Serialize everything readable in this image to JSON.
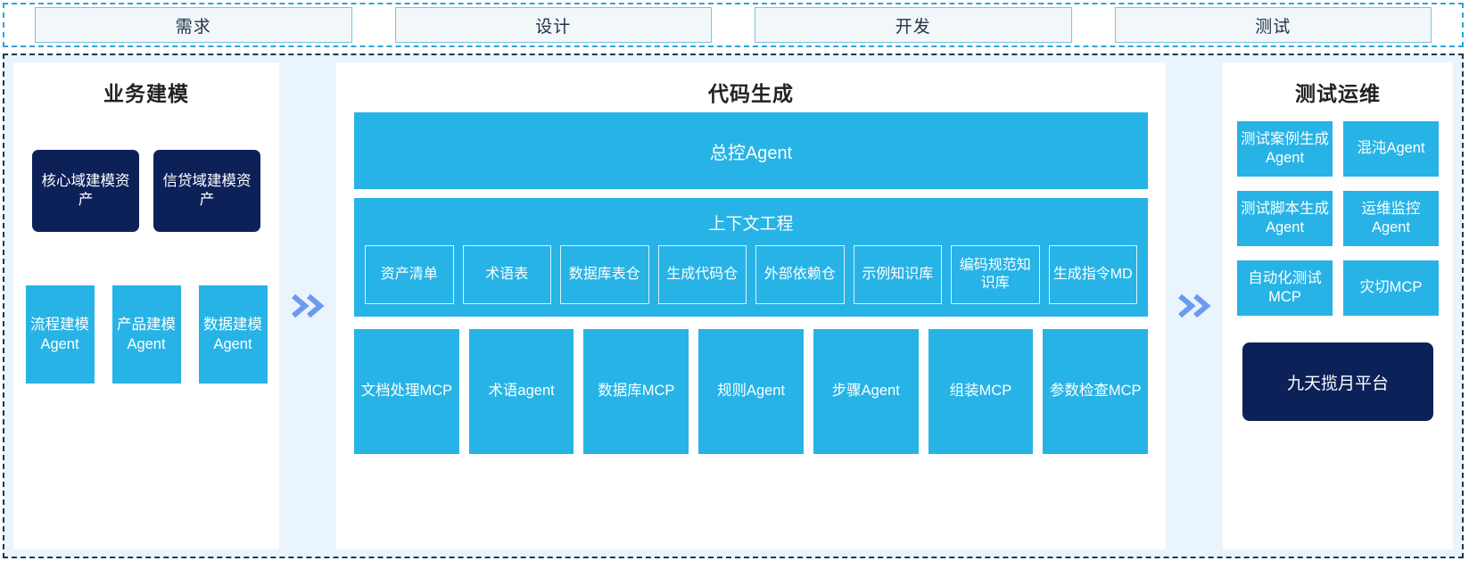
{
  "stages": {
    "items": [
      {
        "label": "需求"
      },
      {
        "label": "设计"
      },
      {
        "label": "开发"
      },
      {
        "label": "测试"
      }
    ]
  },
  "colors": {
    "accent_blue": "#27b3e6",
    "dark_navy": "#0d2159",
    "panel_bg": "#e9f4fc",
    "arrow": "#6b9af0",
    "stage_border": "#7ec2de",
    "dashed_border": "#1b3a4b"
  },
  "left_column": {
    "title": "业务建模",
    "assets": [
      {
        "label": "核心域建模资产"
      },
      {
        "label": "信贷域建模资产"
      }
    ],
    "agents": [
      {
        "label": "流程建模Agent"
      },
      {
        "label": "产品建模Agent"
      },
      {
        "label": "数据建模Agent"
      }
    ]
  },
  "center_column": {
    "title": "代码生成",
    "master_agent": "总控Agent",
    "context": {
      "title": "上下文工程",
      "items": [
        {
          "label": "资产清单"
        },
        {
          "label": "术语表"
        },
        {
          "label": "数据库表仓"
        },
        {
          "label": "生成代码仓"
        },
        {
          "label": "外部依赖仓"
        },
        {
          "label": "示例知识库"
        },
        {
          "label": "编码规范知识库"
        },
        {
          "label": "生成指令MD"
        }
      ]
    },
    "tools": [
      {
        "label": "文档处理MCP"
      },
      {
        "label": "术语agent"
      },
      {
        "label": "数据库MCP"
      },
      {
        "label": "规则Agent"
      },
      {
        "label": "步骤Agent"
      },
      {
        "label": "组装MCP"
      },
      {
        "label": "参数检查MCP"
      }
    ]
  },
  "right_column": {
    "title": "测试运维",
    "items": [
      {
        "label": "测试案例生成Agent"
      },
      {
        "label": "混沌Agent"
      },
      {
        "label": "测试脚本生成Agent"
      },
      {
        "label": "运维监控Agent"
      },
      {
        "label": "自动化测试MCP"
      },
      {
        "label": "灾切MCP"
      }
    ],
    "platform": "九天揽月平台"
  }
}
